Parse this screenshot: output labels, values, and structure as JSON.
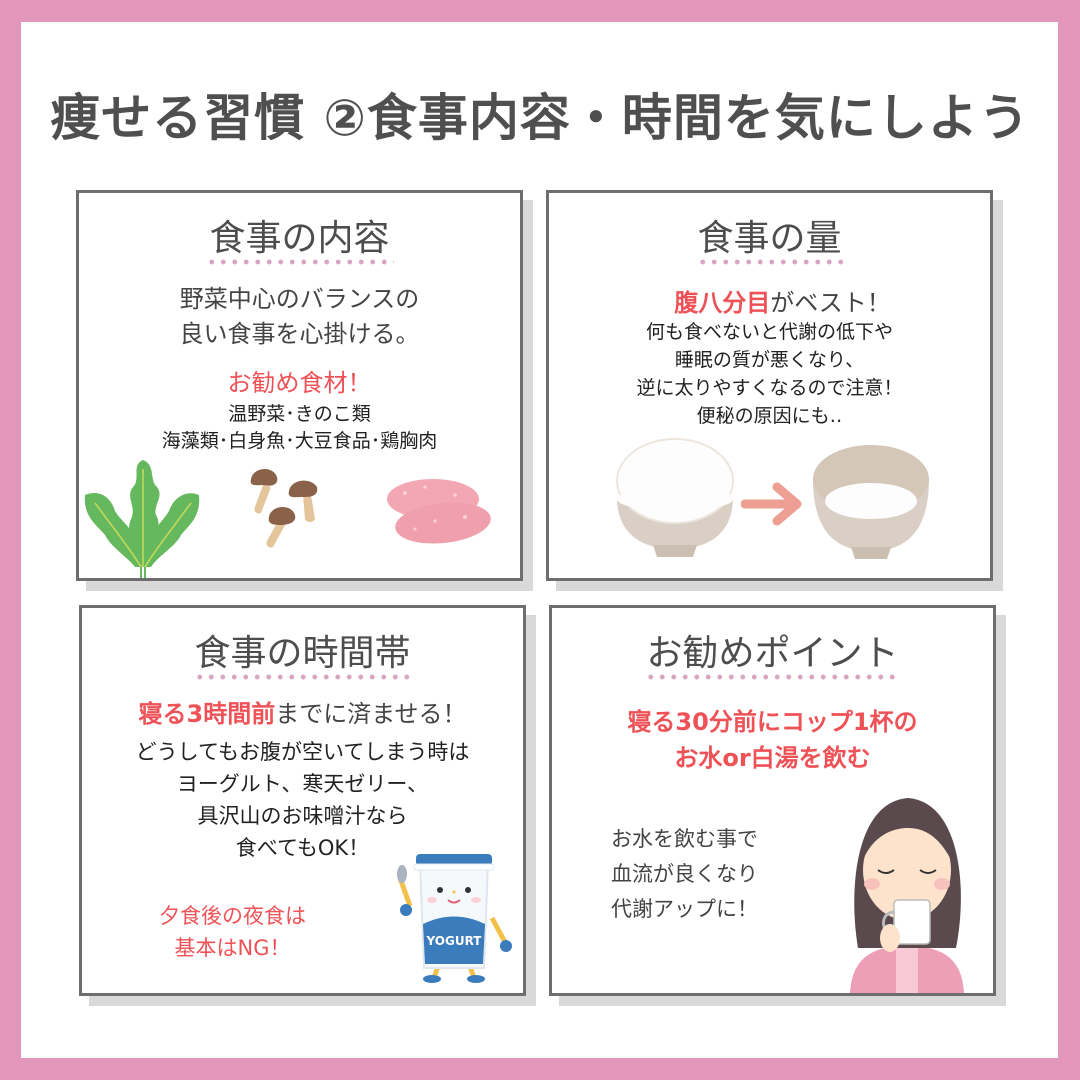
{
  "page": {
    "title": "痩せる習慣 ②食事内容・時間を気にしよう",
    "colors": {
      "frame": "#e296b9",
      "accent_red": "#ee5257",
      "text_gray": "#4d4d4d",
      "box_border": "#6e6e6e",
      "box_shadow": "#d9d9d9",
      "dotted_underline": "#d9a3c2"
    }
  },
  "cards": {
    "content": {
      "title": "食事の内容",
      "lines": [
        "野菜中心のバランスの",
        "良い食事を心掛ける。"
      ],
      "highlight": "お勧め食材！",
      "foods": [
        "温野菜･きのこ類",
        "海藻類･白身魚･大豆食品･鶏胸肉"
      ],
      "illustrations": [
        "seaweed-illustration",
        "mushroom-illustration",
        "chicken-breast-illustration"
      ]
    },
    "amount": {
      "title": "食事の量",
      "highlight_red": "腹八分目",
      "highlight_rest": "がベスト！",
      "lines": [
        "何も食べないと代謝の低下や",
        "睡眠の質が悪くなり、",
        "逆に太りやすくなるので注意！",
        "便秘の原因にも‥"
      ],
      "illustrations": [
        "full-rice-bowl-illustration",
        "arrow-right-icon",
        "small-rice-bowl-illustration"
      ]
    },
    "timing": {
      "title": "食事の時間帯",
      "highlight_red": "寝る3時間前",
      "highlight_rest": "までに済ませる！",
      "lines": [
        "どうしてもお腹が空いてしまう時は",
        "ヨーグルト、寒天ゼリー、",
        "具沢山のお味噌汁なら",
        "食べてもOK！"
      ],
      "warning": [
        "夕食後の夜食は",
        "基本はNG！"
      ],
      "yogurt_label": "YOGURT"
    },
    "tip": {
      "title": "お勧めポイント",
      "highlight": [
        "寝る30分前にコップ1杯の",
        "お水or白湯を飲む"
      ],
      "lines": [
        "お水を飲む事で",
        "血流が良くなり",
        "代謝アップに！"
      ],
      "illustrations": [
        "woman-drinking-water-illustration"
      ]
    }
  }
}
